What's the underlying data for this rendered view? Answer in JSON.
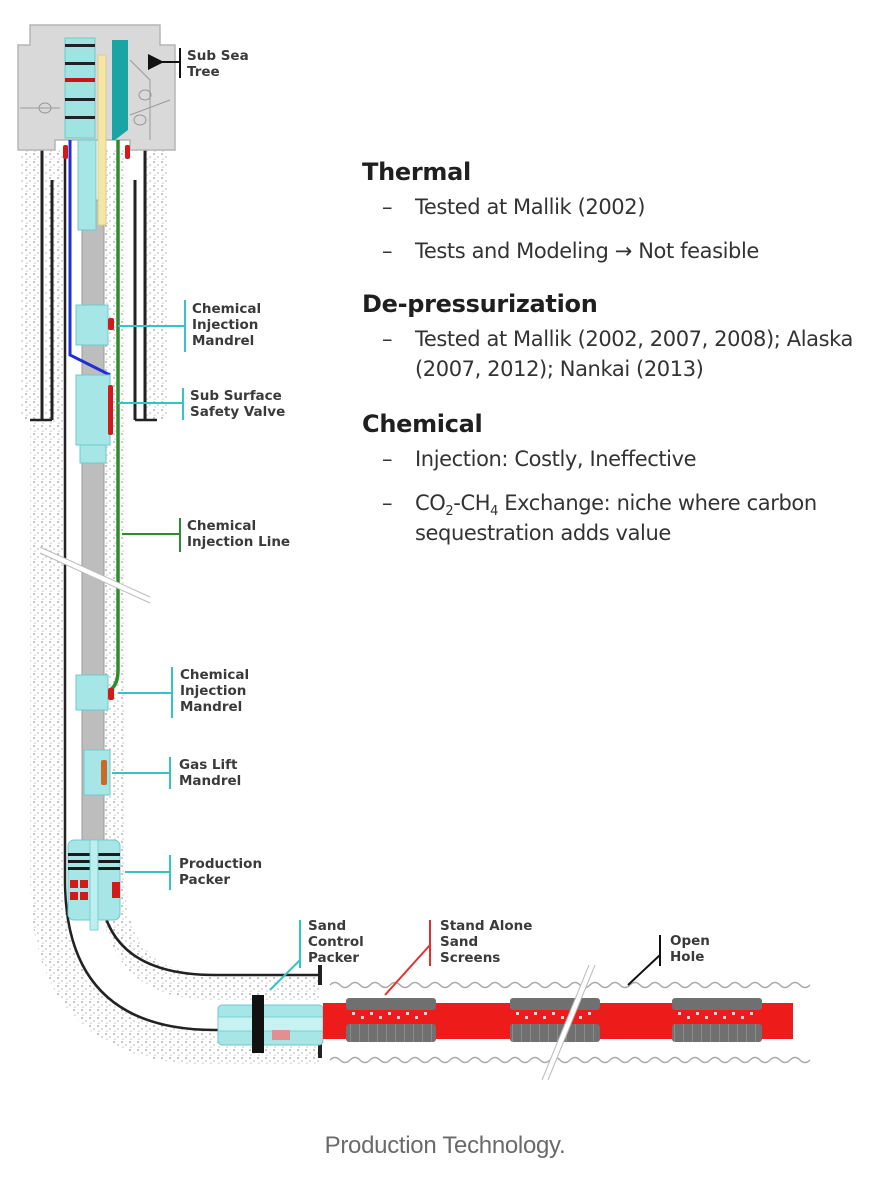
{
  "diagram": {
    "title": "Subsea production well completion schematic",
    "colors": {
      "equipment": "#9fe3e3",
      "equipment_dark": "#1aa5a5",
      "tubing": "#b8b8b8",
      "casing": "#333333",
      "cement": "#cfcfcf",
      "blue_line": "#1f2fd6",
      "green_line": "#2e8b2e",
      "red": "#e61919",
      "yellow": "#f4e7a6",
      "screen_gray": "#6e6e6e",
      "leader_cyan": "#36c3c3",
      "leader_red": "#e23030"
    },
    "labels": [
      {
        "id": "sub-sea-tree",
        "lines": [
          "Sub Sea",
          "Tree"
        ],
        "leader": "black"
      },
      {
        "id": "chemical-injection-mandrel-upper",
        "lines": [
          "Chemical",
          "Injection",
          "Mandrel"
        ],
        "leader": "cyan"
      },
      {
        "id": "sub-surface-safety-valve",
        "lines": [
          "Sub Surface",
          "Safety Valve"
        ],
        "leader": "cyan"
      },
      {
        "id": "chemical-injection-line",
        "lines": [
          "Chemical",
          "Injection Line"
        ],
        "leader": "green"
      },
      {
        "id": "chemical-injection-mandrel-lower",
        "lines": [
          "Chemical",
          "Injection",
          "Mandrel"
        ],
        "leader": "cyan"
      },
      {
        "id": "gas-lift-mandrel",
        "lines": [
          "Gas Lift",
          "Mandrel"
        ],
        "leader": "cyan"
      },
      {
        "id": "production-packer",
        "lines": [
          "Production",
          "Packer"
        ],
        "leader": "cyan"
      },
      {
        "id": "sand-control-packer",
        "lines": [
          "Sand",
          "Control",
          "Packer"
        ],
        "leader": "cyan"
      },
      {
        "id": "stand-alone-sand-screens",
        "lines": [
          "Stand Alone",
          "Sand",
          "Screens"
        ],
        "leader": "red"
      },
      {
        "id": "open-hole",
        "lines": [
          "Open",
          "Hole"
        ],
        "leader": "black"
      }
    ]
  },
  "methods": [
    {
      "title": "Thermal",
      "items": [
        {
          "dash": "–",
          "text": "Tested at Mallik (2002)"
        },
        {
          "dash": "–",
          "text": "Tests and Modeling → Not feasible"
        }
      ]
    },
    {
      "title": "De-pressurization",
      "items": [
        {
          "dash": "–",
          "text": "Tested at Mallik (2002, 2007, 2008); Alaska (2007, 2012); Nankai (2013)"
        }
      ]
    },
    {
      "title": "Chemical",
      "items": [
        {
          "dash": "–",
          "text": "Injection: Costly, Ineffective"
        },
        {
          "dash": "–",
          "parts": {
            "a": "CO",
            "a_sub": "2",
            "b": "-CH",
            "b_sub": "4",
            "c": " Exchange: niche where carbon sequestration adds value"
          }
        }
      ]
    }
  ],
  "caption": "Production Technology."
}
